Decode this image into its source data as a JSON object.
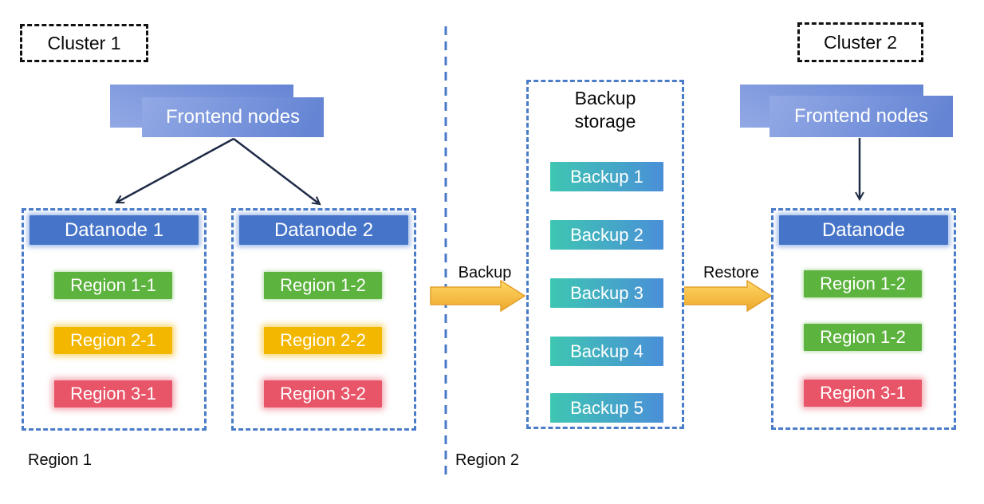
{
  "colors": {
    "container_border": "#4a7cc9",
    "datanode_header": "#4674c9",
    "region_green": "#5cb33e",
    "region_yellow": "#f3b700",
    "region_red": "#e85568",
    "backup_teal": "#3ec6b2",
    "backup_blue": "#4a8fd8",
    "frontend_blue_light": "#93a9e5",
    "frontend_blue_dark": "#6585d4",
    "arrow_yellow_light": "#ffd966",
    "arrow_yellow_dark": "#eda72c",
    "arrow_outline": "#e2a12f",
    "connector": "#1f2b47",
    "divider_blue": "#4a78c8"
  },
  "cluster1": {
    "label": "Cluster 1",
    "frontend_label": "Frontend nodes",
    "region_label": "Region 1",
    "datanodes": [
      {
        "title": "Datanode 1",
        "regions": [
          {
            "label": "Region 1-1",
            "color": "green"
          },
          {
            "label": "Region 2-1",
            "color": "yellow"
          },
          {
            "label": "Region 3-1",
            "color": "red"
          }
        ]
      },
      {
        "title": "Datanode 2",
        "regions": [
          {
            "label": "Region 1-2",
            "color": "green"
          },
          {
            "label": "Region 2-2",
            "color": "yellow"
          },
          {
            "label": "Region 3-2",
            "color": "red"
          }
        ]
      }
    ]
  },
  "backup_zone": {
    "region_label": "Region 2",
    "storage_title": "Backup storage",
    "backup_arrow_label": "Backup",
    "restore_arrow_label": "Restore",
    "backups": [
      "Backup 1",
      "Backup 2",
      "Backup 3",
      "Backup 4",
      "Backup 5"
    ]
  },
  "cluster2": {
    "label": "Cluster 2",
    "frontend_label": "Frontend nodes",
    "datanode": {
      "title": "Datanode",
      "regions": [
        {
          "label": "Region 1-2",
          "color": "green"
        },
        {
          "label": "Region 1-2",
          "color": "green"
        },
        {
          "label": "Region 3-1",
          "color": "red"
        }
      ]
    }
  }
}
